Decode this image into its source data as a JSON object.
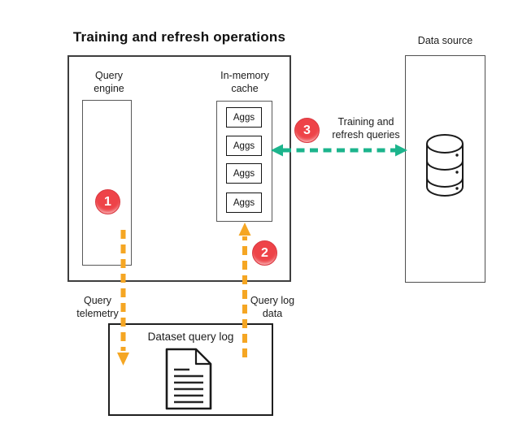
{
  "title": "Training and refresh operations",
  "colors": {
    "badge_red": "#EE4348",
    "badge_red_border": "#D93840",
    "arrow_orange": "#F5A623",
    "arrow_green": "#1CB48C"
  },
  "main_group": {
    "query_engine": {
      "label": "Query engine"
    },
    "in_memory_cache": {
      "label": "In-memory cache",
      "aggs": [
        {
          "label": "Aggs"
        },
        {
          "label": "Aggs"
        },
        {
          "label": "Aggs"
        },
        {
          "label": "Aggs"
        }
      ]
    }
  },
  "data_source": {
    "label": "Data source",
    "icon": "database-icon"
  },
  "dataset_query_log": {
    "label": "Dataset query log",
    "icon": "document-icon"
  },
  "badges": [
    {
      "number": "1"
    },
    {
      "number": "2"
    },
    {
      "number": "3"
    }
  ],
  "arrows": {
    "training_refresh": {
      "label": "Training and refresh queries",
      "direction": "bidirectional",
      "color": "green"
    },
    "query_telemetry": {
      "label": "Query telemetry",
      "direction": "down",
      "color": "orange"
    },
    "query_log_data": {
      "label": "Query log data",
      "direction": "up",
      "color": "orange"
    }
  }
}
